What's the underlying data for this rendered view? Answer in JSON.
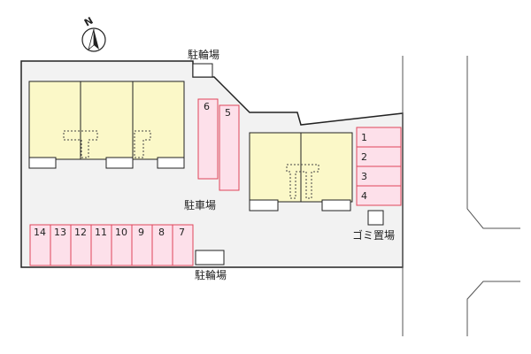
{
  "compass": {
    "label": "N",
    "icon": "north-arrow-icon"
  },
  "labels": {
    "bicycle_parking_top": "駐輪場",
    "bicycle_parking_bottom": "駐輪場",
    "car_parking": "駐車場",
    "garbage": "ゴミ置場"
  },
  "parking": {
    "right_column": [
      "1",
      "2",
      "3",
      "4"
    ],
    "middle_pair": [
      "6",
      "5"
    ],
    "bottom_row": [
      "14",
      "13",
      "12",
      "11",
      "10",
      "9",
      "8",
      "7"
    ]
  },
  "colors": {
    "site_fill": "#f2f2f2",
    "building_fill": "#fbf8c8",
    "parking_fill": "#fde0ea",
    "parking_stroke": "#e0455a",
    "outline": "#222222"
  }
}
